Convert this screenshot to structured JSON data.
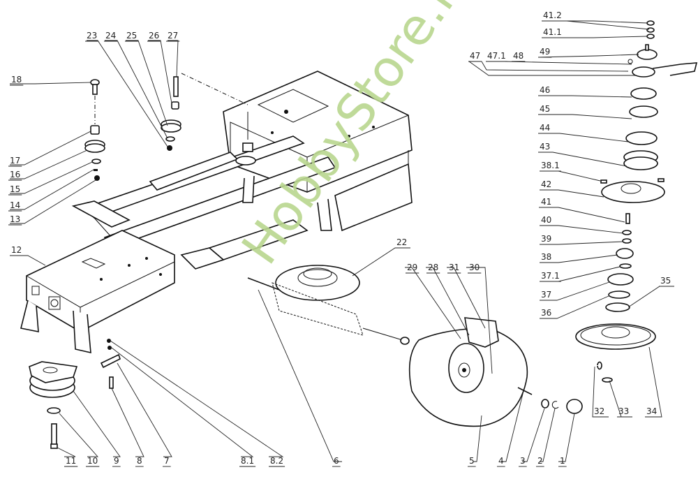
{
  "title": "Exploded parts diagram - tractor chassis, transmission and rear wheel",
  "watermark": "HobbyStore.it",
  "colors": {
    "line": "#111111",
    "watermark": "#b9d68e",
    "background": "#ffffff"
  },
  "callouts": [
    {
      "id": "1",
      "label": "1"
    },
    {
      "id": "2",
      "label": "2"
    },
    {
      "id": "3",
      "label": "3"
    },
    {
      "id": "4",
      "label": "4"
    },
    {
      "id": "5",
      "label": "5"
    },
    {
      "id": "6",
      "label": "6"
    },
    {
      "id": "7",
      "label": "7"
    },
    {
      "id": "8",
      "label": "8"
    },
    {
      "id": "8.1",
      "label": "8.1"
    },
    {
      "id": "8.2",
      "label": "8.2"
    },
    {
      "id": "9",
      "label": "9"
    },
    {
      "id": "10",
      "label": "10"
    },
    {
      "id": "11",
      "label": "11"
    },
    {
      "id": "12",
      "label": "12"
    },
    {
      "id": "13",
      "label": "13"
    },
    {
      "id": "14",
      "label": "14"
    },
    {
      "id": "15",
      "label": "15"
    },
    {
      "id": "16",
      "label": "16"
    },
    {
      "id": "17",
      "label": "17"
    },
    {
      "id": "18",
      "label": "18"
    },
    {
      "id": "22",
      "label": "22"
    },
    {
      "id": "23",
      "label": "23"
    },
    {
      "id": "24",
      "label": "24"
    },
    {
      "id": "25",
      "label": "25"
    },
    {
      "id": "26",
      "label": "26"
    },
    {
      "id": "27",
      "label": "27"
    },
    {
      "id": "28",
      "label": "28"
    },
    {
      "id": "29",
      "label": "29"
    },
    {
      "id": "30",
      "label": "30"
    },
    {
      "id": "31",
      "label": "31"
    },
    {
      "id": "32",
      "label": "32"
    },
    {
      "id": "33",
      "label": "33"
    },
    {
      "id": "34",
      "label": "34"
    },
    {
      "id": "35",
      "label": "35"
    },
    {
      "id": "36",
      "label": "36"
    },
    {
      "id": "37",
      "label": "37"
    },
    {
      "id": "37.1",
      "label": "37.1"
    },
    {
      "id": "38",
      "label": "38"
    },
    {
      "id": "38.1",
      "label": "38.1"
    },
    {
      "id": "39",
      "label": "39"
    },
    {
      "id": "40",
      "label": "40"
    },
    {
      "id": "41",
      "label": "41"
    },
    {
      "id": "41.1",
      "label": "41.1"
    },
    {
      "id": "41.2",
      "label": "41.2"
    },
    {
      "id": "42",
      "label": "42"
    },
    {
      "id": "43",
      "label": "43"
    },
    {
      "id": "44",
      "label": "44"
    },
    {
      "id": "45",
      "label": "45"
    },
    {
      "id": "46",
      "label": "46"
    },
    {
      "id": "47",
      "label": "47"
    },
    {
      "id": "47.1",
      "label": "47.1"
    },
    {
      "id": "48",
      "label": "48"
    },
    {
      "id": "49",
      "label": "49"
    }
  ]
}
